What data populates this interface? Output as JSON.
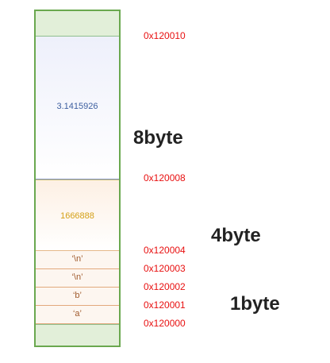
{
  "memory": {
    "double_value": "3.1415926",
    "int_value": "1666888",
    "bytes": [
      "‘\\n’",
      "‘\\n’",
      "‘b’",
      "‘a’"
    ]
  },
  "addresses": [
    "0x120010",
    "0x120008",
    "0x120004",
    "0x120003",
    "0x120002",
    "0x120001",
    "0x120000"
  ],
  "sizes": {
    "double": "8byte",
    "int": "4byte",
    "char": "1byte"
  },
  "colors": {
    "border": "#6aa84f",
    "address": "#e81010",
    "double_text": "#3d5fa0",
    "int_text": "#d4a017",
    "char_text": "#a05a2c"
  }
}
